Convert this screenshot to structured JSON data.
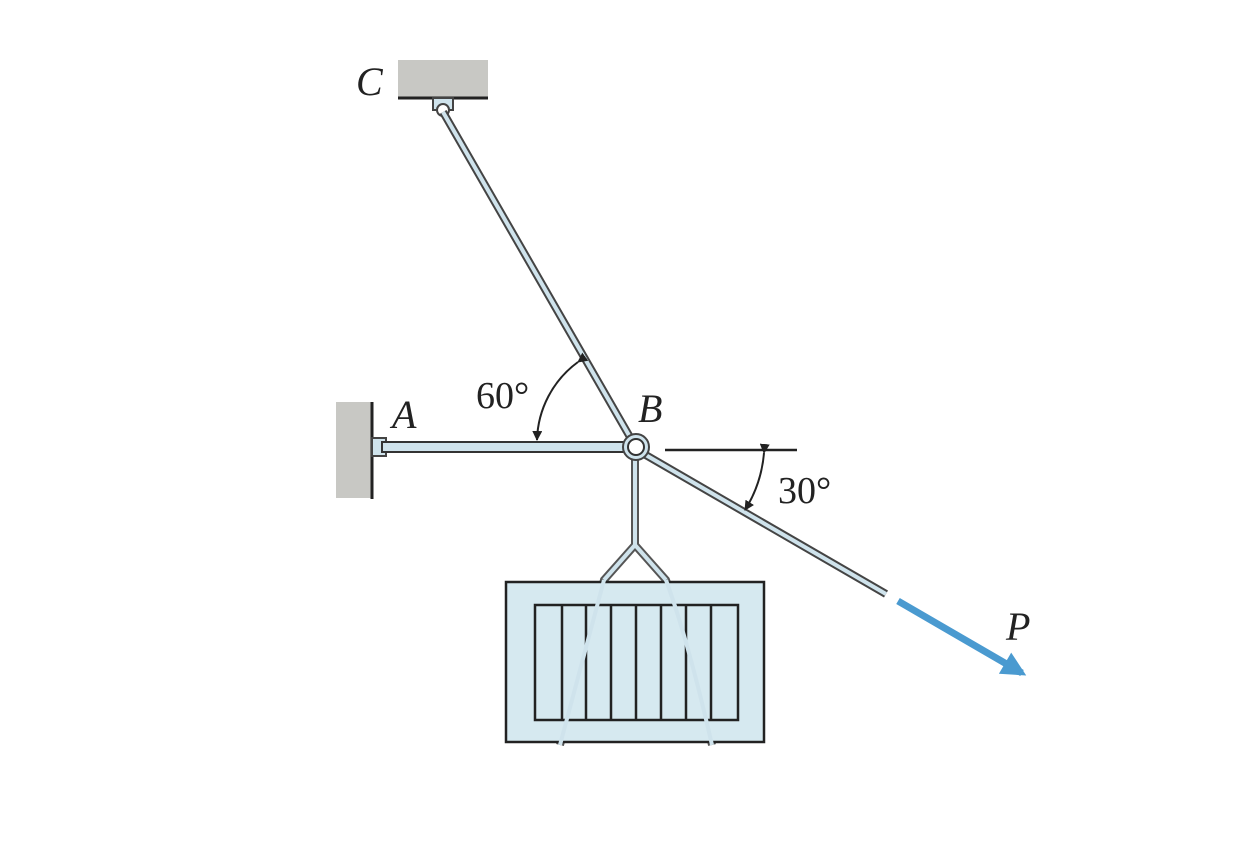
{
  "labels": {
    "A": "A",
    "B": "B",
    "C": "C",
    "P": "P"
  },
  "angles": {
    "ab_bc": "60°",
    "horizontal_p": "30°"
  },
  "colors": {
    "support": "#c8c8c4",
    "rod": "#cfe3ec",
    "crate": "#d6e9f0",
    "force": "#4a9ad0",
    "line": "#222222"
  }
}
